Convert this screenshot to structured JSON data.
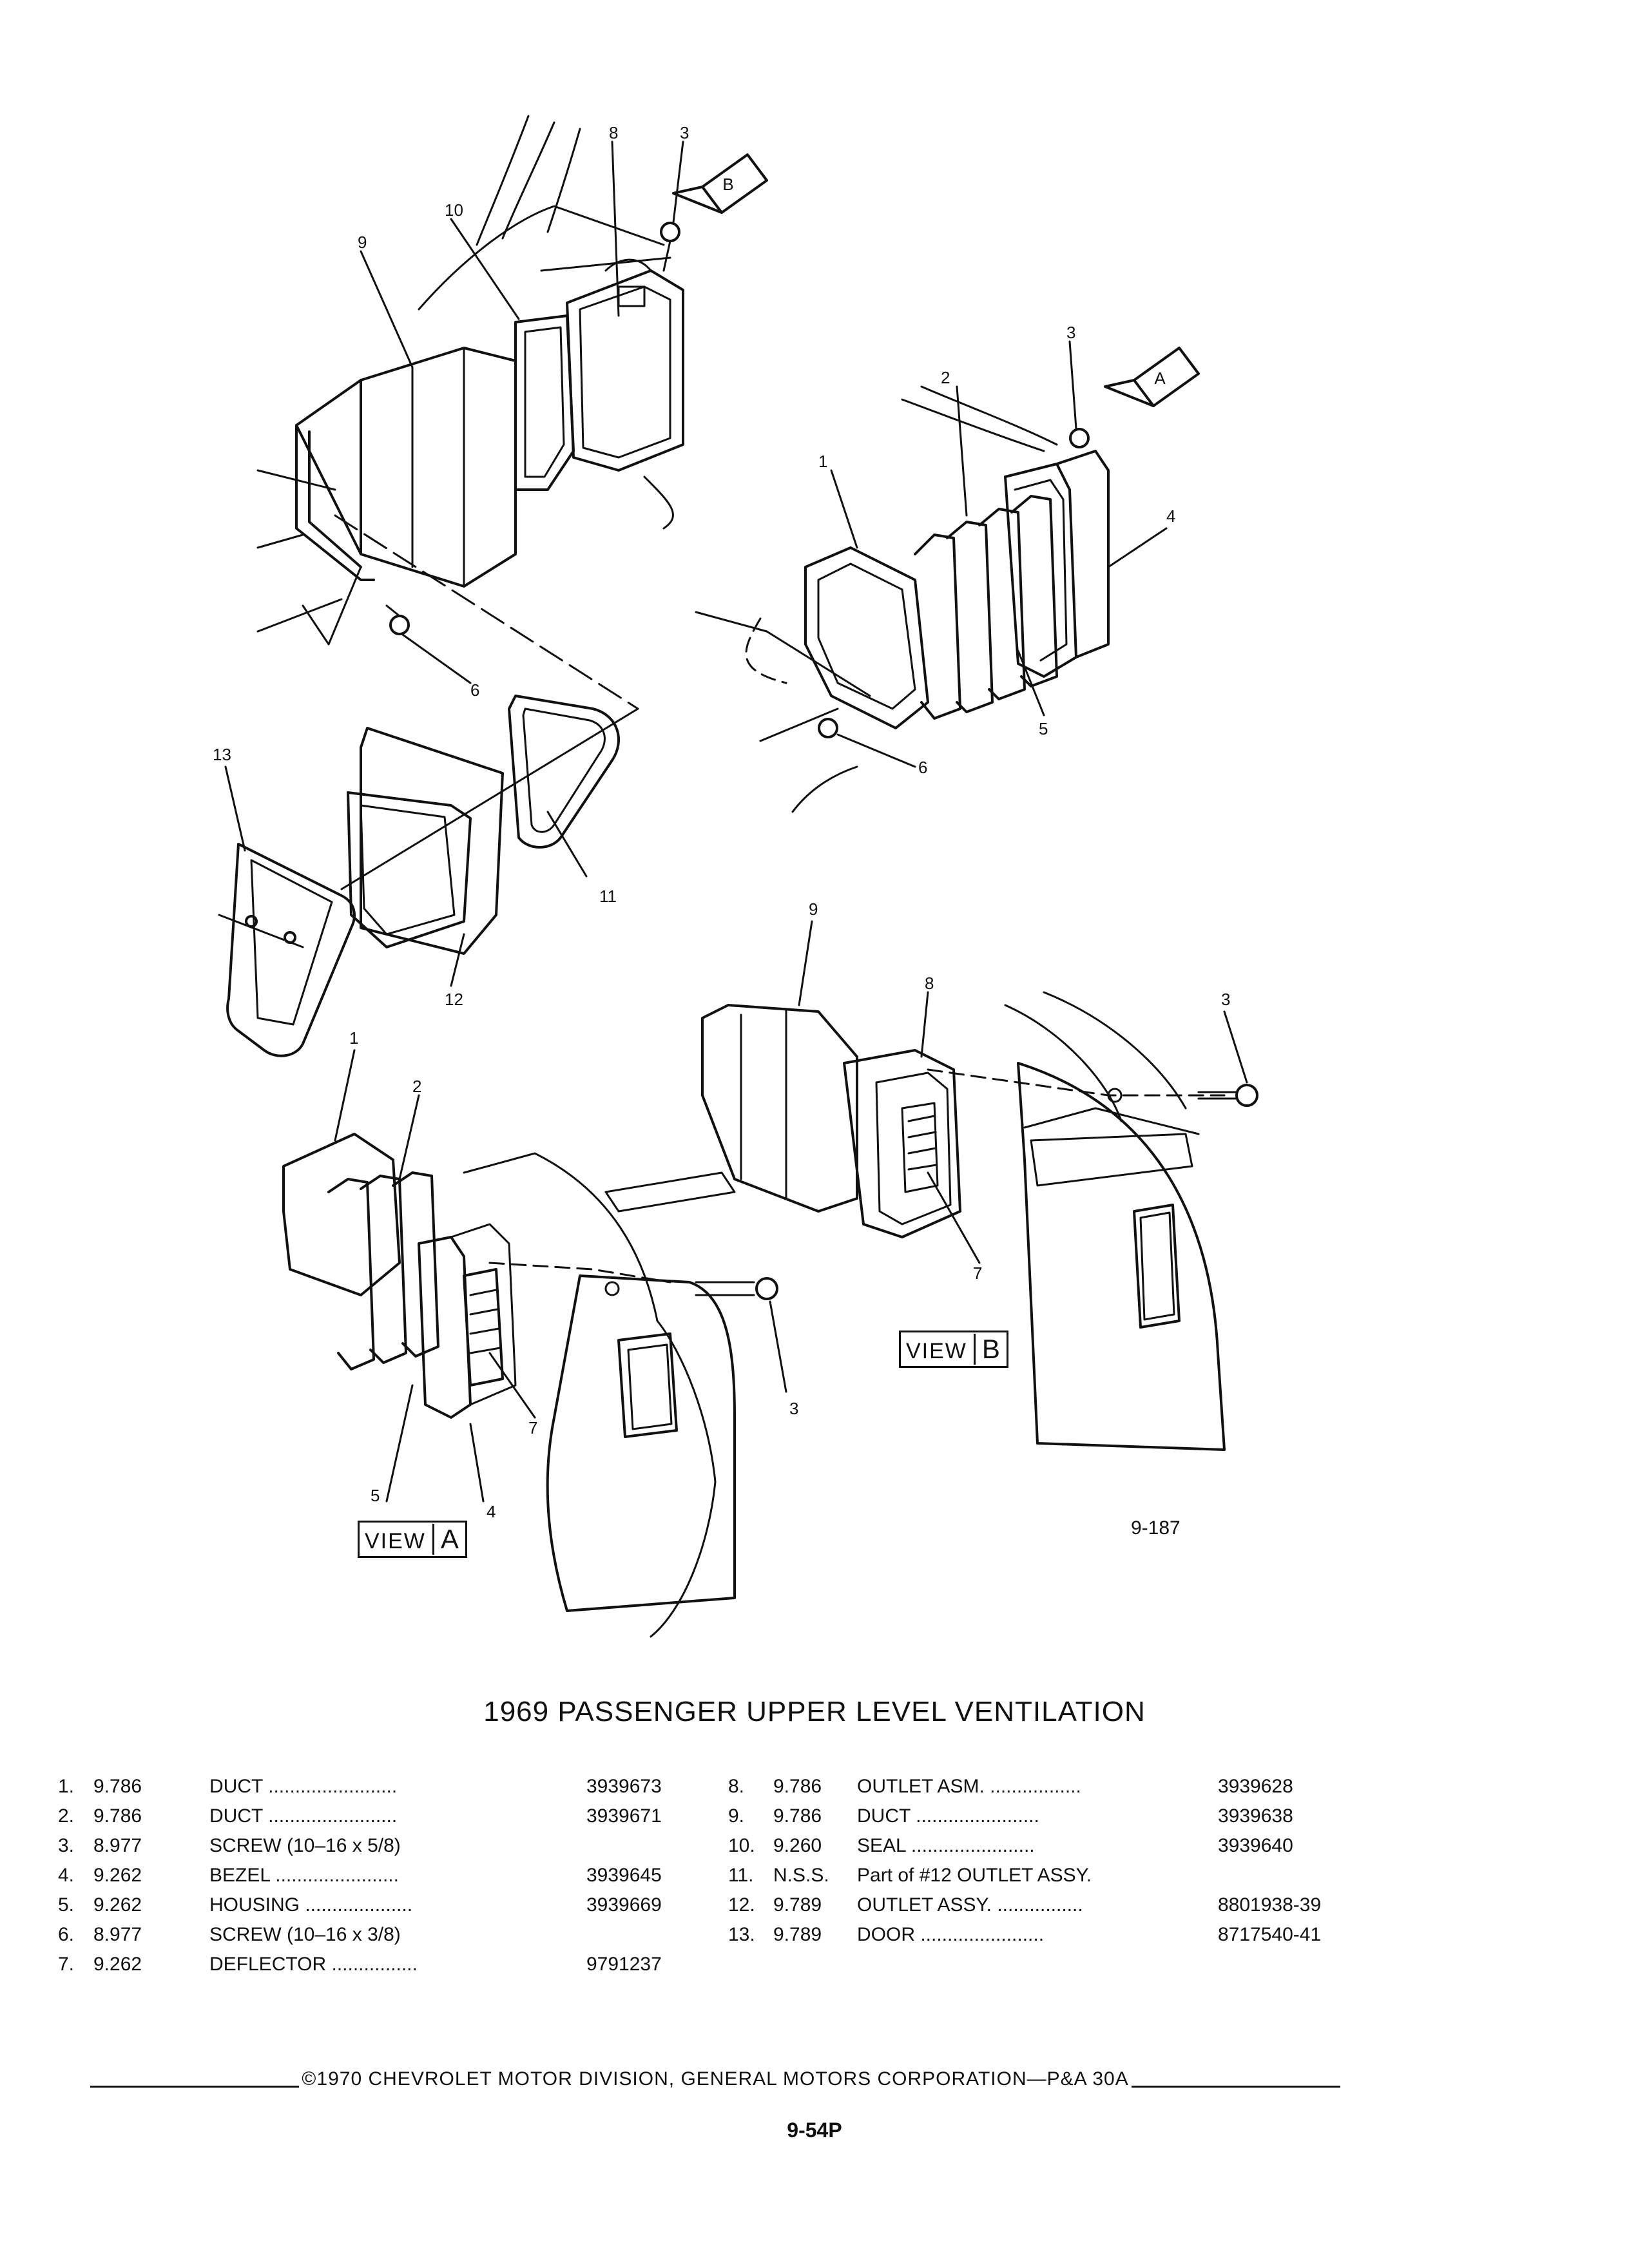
{
  "title": "1969 PASSENGER UPPER LEVEL VENTILATION",
  "figure_number": "9-187",
  "views": {
    "a_label": "VIEW",
    "a_letter": "A",
    "b_label": "VIEW",
    "b_letter": "B",
    "arrow_a": "A",
    "arrow_b": "B"
  },
  "callouts": [
    "1",
    "2",
    "3",
    "4",
    "5",
    "6",
    "7",
    "8",
    "9",
    "10",
    "11",
    "12",
    "13"
  ],
  "parts_left": [
    {
      "num": "1.",
      "group": "9.786",
      "desc": "DUCT ........................",
      "part": "3939673"
    },
    {
      "num": "2.",
      "group": "9.786",
      "desc": "DUCT ........................",
      "part": "3939671"
    },
    {
      "num": "3.",
      "group": "8.977",
      "desc": "SCREW (10–16 x 5/8)",
      "part": ""
    },
    {
      "num": "4.",
      "group": "9.262",
      "desc": "BEZEL .......................",
      "part": "3939645"
    },
    {
      "num": "5.",
      "group": "9.262",
      "desc": "HOUSING ....................",
      "part": "3939669"
    },
    {
      "num": "6.",
      "group": "8.977",
      "desc": "SCREW (10–16 x 3/8)",
      "part": ""
    },
    {
      "num": "7.",
      "group": "9.262",
      "desc": "DEFLECTOR ................",
      "part": "9791237"
    }
  ],
  "parts_right": [
    {
      "num": "8.",
      "group": "9.786",
      "desc": "OUTLET ASM. .................",
      "part": "3939628"
    },
    {
      "num": "9.",
      "group": "9.786",
      "desc": "DUCT .......................",
      "part": "3939638"
    },
    {
      "num": "10.",
      "group": "9.260",
      "desc": "SEAL .......................",
      "part": "3939640"
    },
    {
      "num": "11.",
      "group": "N.S.S.",
      "desc": "Part of #12 OUTLET ASSY.",
      "part": ""
    },
    {
      "num": "12.",
      "group": "9.789",
      "desc": "OUTLET ASSY. ................",
      "part": "8801938-39"
    },
    {
      "num": "13.",
      "group": "9.789",
      "desc": "DOOR .......................",
      "part": "8717540-41"
    }
  ],
  "copyright": "©1970 CHEVROLET MOTOR DIVISION, GENERAL MOTORS CORPORATION—P&A 30A",
  "page_number": "9-54P"
}
